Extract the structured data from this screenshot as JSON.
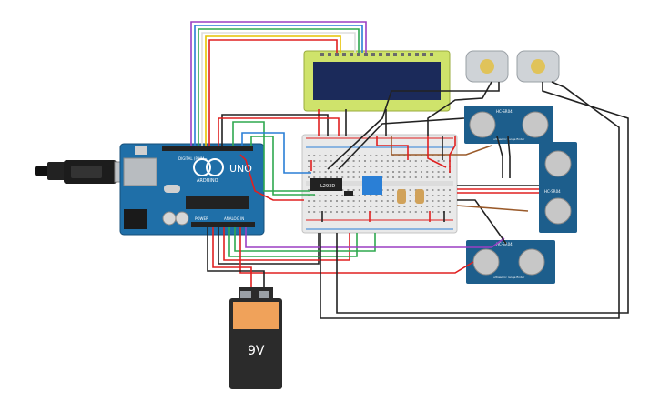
{
  "arduino": {
    "logo_text": "UNO",
    "brand_text": "ARDUINO",
    "digital_header": "DIGITAL (PWM~)",
    "power_header": "POWER",
    "analog_header": "ANALOG IN"
  },
  "battery": {
    "voltage_label": "9V"
  },
  "lcd": {
    "pin_count": 16
  },
  "ic": {
    "label": "L293D"
  },
  "ultrasonic_sensors": [
    {
      "pin_label": "HC-SR04",
      "caption": "ultrasonic range finder"
    },
    {
      "pin_label": "HC-SR04",
      "caption": "ultrasonic range finder"
    },
    {
      "pin_label": "HC-SR04",
      "caption": "ultrasonic range finder"
    }
  ],
  "wire_colors": {
    "red": "#e02020",
    "black": "#222222",
    "green": "#2fa84f",
    "blue": "#2a7fd6",
    "yellow": "#e6c200",
    "purple": "#9b3fc4",
    "brown": "#9a5a2a",
    "white": "#dddddd"
  },
  "colors": {
    "arduino_board": "#1f6fa8",
    "breadboard": "#e9e9e9",
    "lcd_bezel": "#cfe36b",
    "lcd_screen": "#1b2a5a",
    "sensor_board": "#1d5e8c",
    "battery_body": "#2b2b2b",
    "battery_label": "#f0a25a"
  }
}
